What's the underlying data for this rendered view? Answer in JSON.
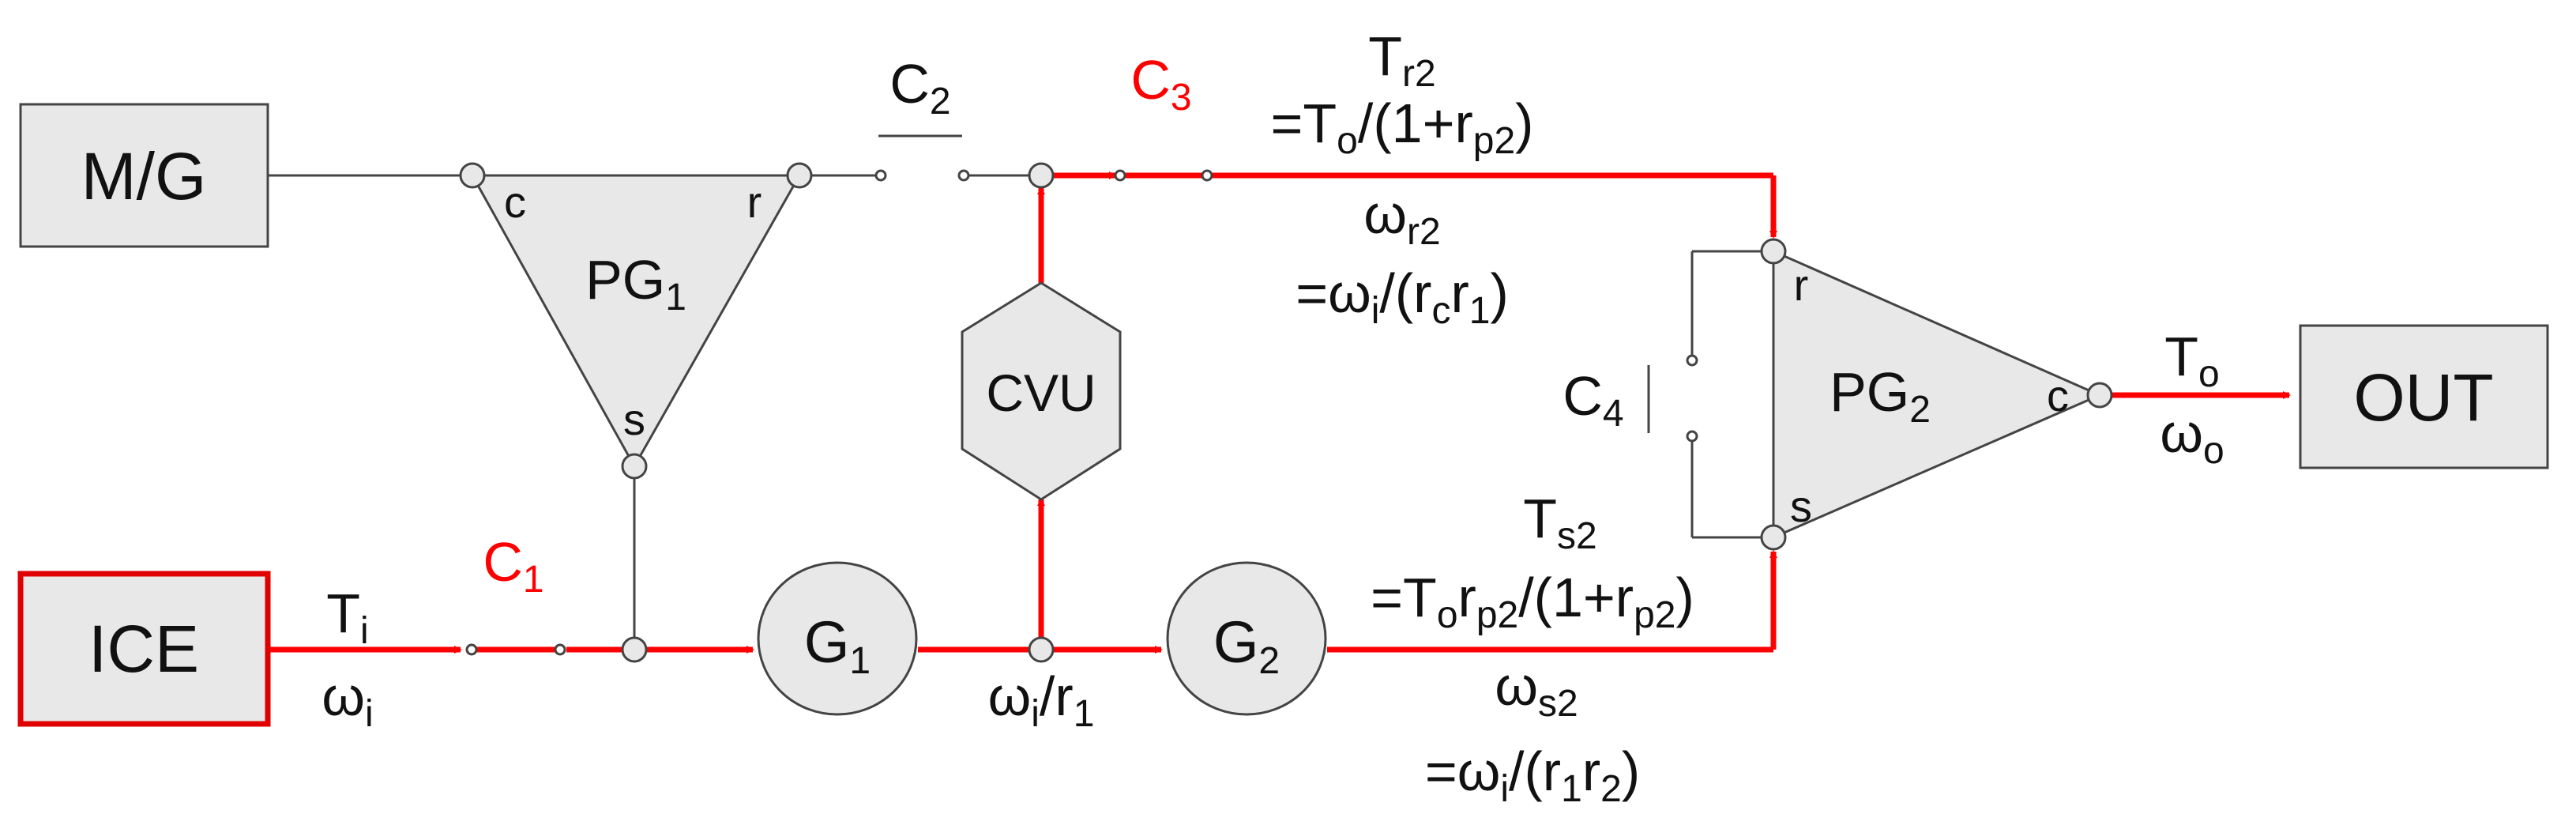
{
  "colors": {
    "power_flow": "#ff0000",
    "line": "#444444",
    "block_fill": "#e8e8e8",
    "ice_border": "#e00000"
  },
  "blocks": {
    "mg": "M/G",
    "ice": "ICE",
    "out": "OUT",
    "cvu": "CVU",
    "g1": {
      "main": "G",
      "sub": "1"
    },
    "g2": {
      "main": "G",
      "sub": "2"
    }
  },
  "gears": {
    "pg1": {
      "main": "PG",
      "sub": "1",
      "c": "c",
      "r": "r",
      "s": "s"
    },
    "pg2": {
      "main": "PG",
      "sub": "2",
      "c": "c",
      "r": "r",
      "s": "s"
    }
  },
  "clutches": {
    "c1": {
      "main": "C",
      "sub": "1"
    },
    "c2": {
      "main": "C",
      "sub": "2"
    },
    "c3": {
      "main": "C",
      "sub": "3"
    },
    "c4": {
      "main": "C",
      "sub": "4"
    }
  },
  "labels": {
    "ti": {
      "main": "T",
      "sub": "i"
    },
    "wi": {
      "main": "ω",
      "sub": "i"
    },
    "wi_r1": {
      "a": "ω",
      "a_sub": "i",
      "b": "/r",
      "b_sub": "1"
    },
    "tr2": {
      "main": "T",
      "sub": "r2"
    },
    "tr2_eq": {
      "a": "=T",
      "a_sub": "o",
      "b": "/(1+r",
      "b_sub": "p2",
      "c": ")"
    },
    "wr2": {
      "main": "ω",
      "sub": "r2"
    },
    "wr2_eq": {
      "a": "=ω",
      "a_sub": "i",
      "b": "/(r",
      "b_sub": "c",
      "c": "r",
      "c_sub": "1",
      "d": ")"
    },
    "ts2": {
      "main": "T",
      "sub": "s2"
    },
    "ts2_eq": {
      "a": "=T",
      "a_sub": "o",
      "b": "r",
      "b_sub": "p2",
      "c": "/(1+r",
      "c_sub": "p2",
      "d": ")"
    },
    "ws2": {
      "main": "ω",
      "sub": "s2"
    },
    "ws2_eq": {
      "a": "=ω",
      "a_sub": "i",
      "b": "/(r",
      "b_sub": "1",
      "c": "r",
      "c_sub": "2",
      "d": ")"
    },
    "to": {
      "main": "T",
      "sub": "o"
    },
    "wo": {
      "main": "ω",
      "sub": "o"
    }
  }
}
